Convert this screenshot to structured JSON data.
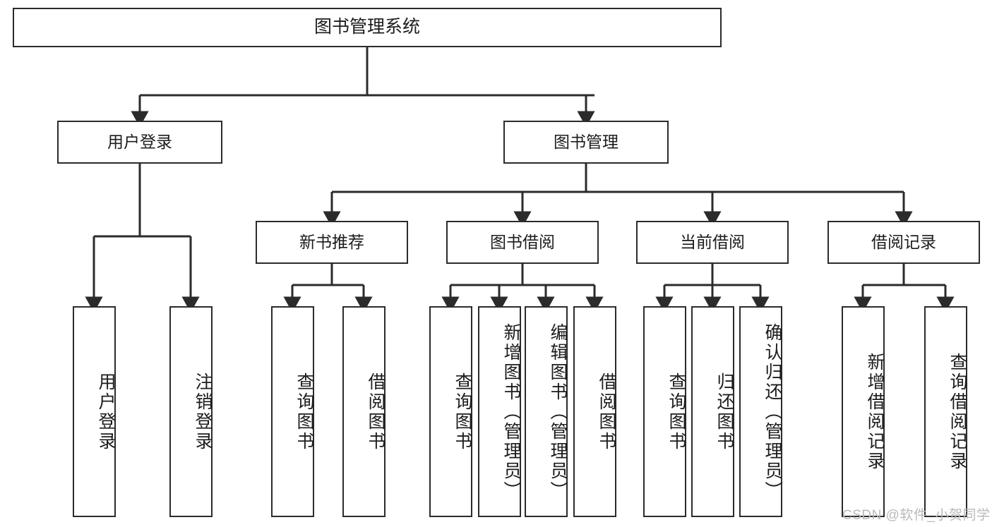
{
  "diagram": {
    "type": "tree-hierarchy",
    "title": "图书管理系统",
    "watermark": "CSDN @软件_小贺同学",
    "colors": {
      "stroke": "#2b2b2b",
      "fill": "#ffffff",
      "background": "#ffffff",
      "watermark": "#b9b9b9"
    },
    "root": {
      "id": "root",
      "label": "图书管理系统"
    },
    "level2": [
      {
        "id": "user-login",
        "label": "用户登录"
      },
      {
        "id": "book-manage",
        "label": "图书管理"
      }
    ],
    "level3": [
      {
        "id": "new-book-rec",
        "label": "新书推荐",
        "parent": "book-manage"
      },
      {
        "id": "book-borrow",
        "label": "图书借阅",
        "parent": "book-manage"
      },
      {
        "id": "current-borrow",
        "label": "当前借阅",
        "parent": "book-manage"
      },
      {
        "id": "borrow-record",
        "label": "借阅记录",
        "parent": "book-manage"
      }
    ],
    "leaves": [
      {
        "id": "leaf-user-login",
        "label": "用户登录",
        "parent": "user-login"
      },
      {
        "id": "leaf-logout",
        "label": "注销登录",
        "parent": "user-login"
      },
      {
        "id": "leaf-query-book-1",
        "label": "查询图书",
        "parent": "new-book-rec"
      },
      {
        "id": "leaf-borrow-book-1",
        "label": "借阅图书",
        "parent": "new-book-rec"
      },
      {
        "id": "leaf-query-book-2",
        "label": "查询图书",
        "parent": "book-borrow"
      },
      {
        "id": "leaf-add-book",
        "label": "新增图书（管理员）",
        "parent": "book-borrow"
      },
      {
        "id": "leaf-edit-book",
        "label": "编辑图书（管理员）",
        "parent": "book-borrow"
      },
      {
        "id": "leaf-borrow-book-2",
        "label": "借阅图书",
        "parent": "book-borrow"
      },
      {
        "id": "leaf-query-book-3",
        "label": "查询图书",
        "parent": "current-borrow"
      },
      {
        "id": "leaf-return-book",
        "label": "归还图书",
        "parent": "current-borrow"
      },
      {
        "id": "leaf-confirm-return",
        "label": "确认归还（管理员）",
        "parent": "current-borrow"
      },
      {
        "id": "leaf-add-record",
        "label": "新增借阅记录",
        "parent": "borrow-record"
      },
      {
        "id": "leaf-query-record",
        "label": "查询借阅记录",
        "parent": "borrow-record"
      }
    ]
  }
}
